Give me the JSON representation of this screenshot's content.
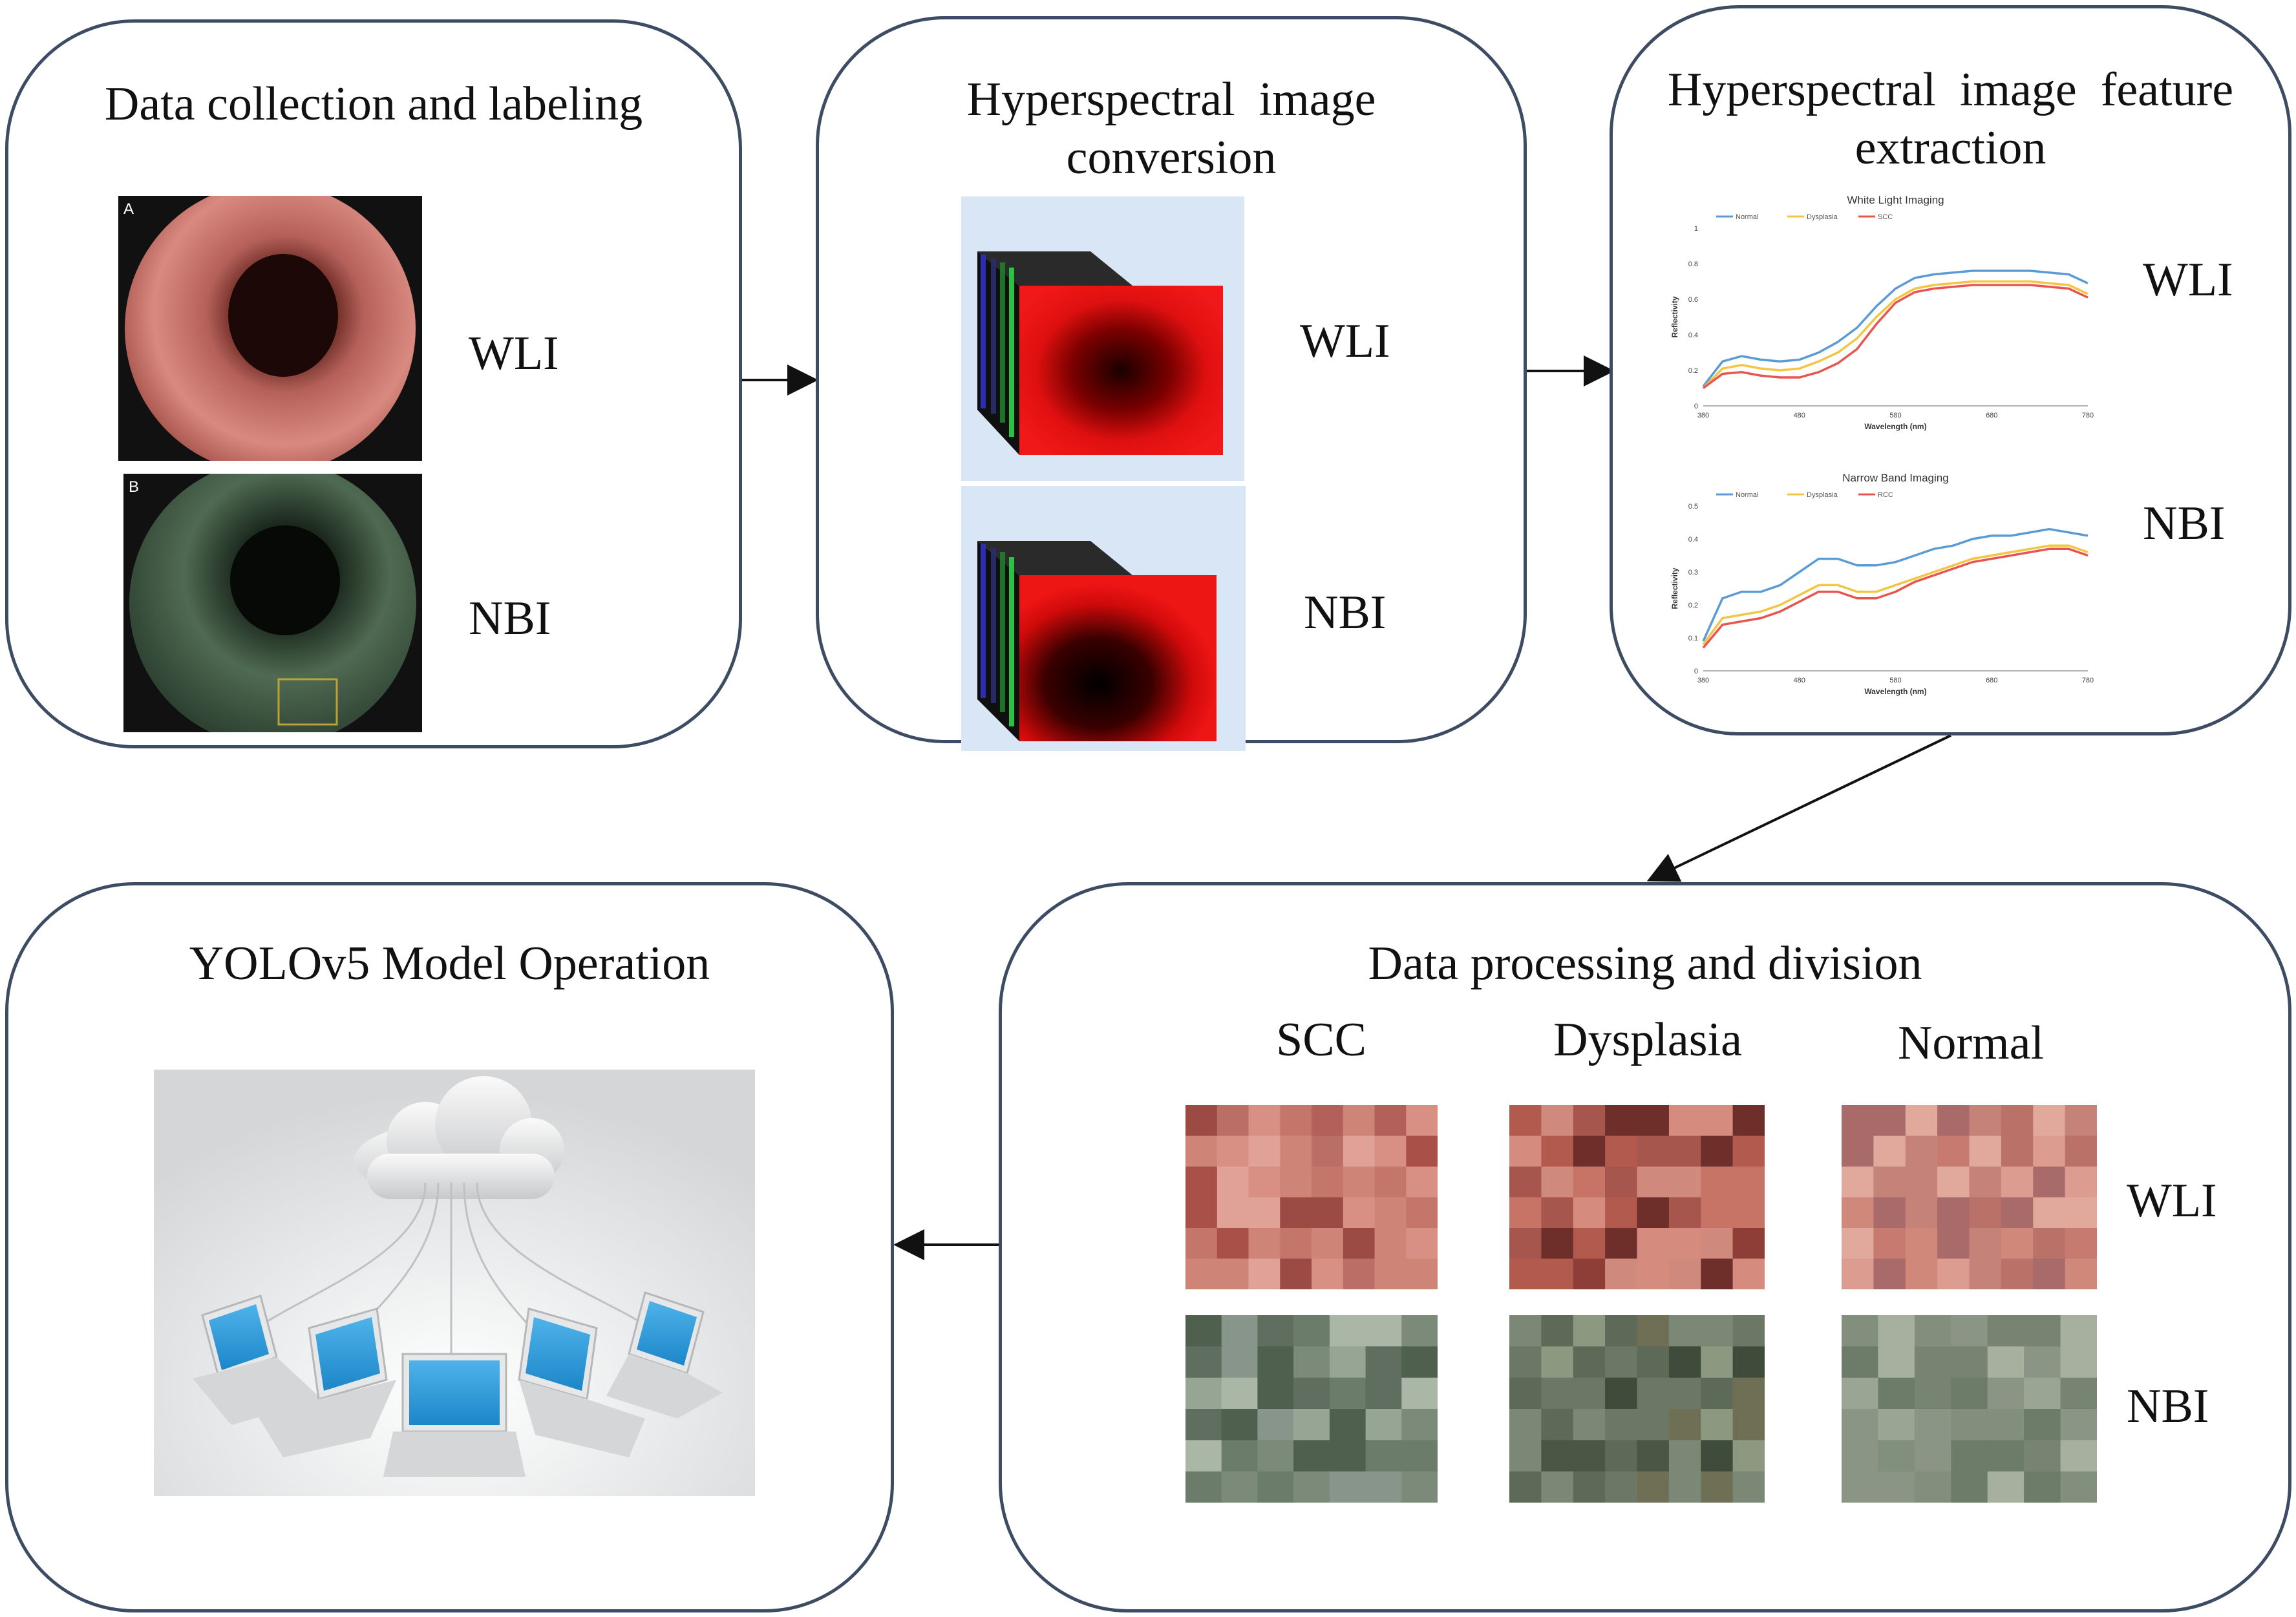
{
  "panels": {
    "collection": {
      "title": "Data collection and labeling",
      "wli": "WLI",
      "nbi": "NBI",
      "tag_a": "A",
      "tag_b": "B"
    },
    "conversion": {
      "title_line1": "Hyperspectral  image",
      "title_line2": "conversion",
      "wli": "WLI",
      "nbi": "NBI"
    },
    "feature": {
      "title_line1": "Hyperspectral  image  feature",
      "title_line2": "extraction",
      "wli": "WLI",
      "nbi": "NBI"
    },
    "processing": {
      "title": "Data processing and division",
      "categories": [
        "SCC",
        "Dysplasia",
        "Normal"
      ],
      "wli": "WLI",
      "nbi": "NBI"
    },
    "model": {
      "title": "YOLOv5 Model Operation"
    }
  },
  "chart_data": [
    {
      "type": "line",
      "title": "White Light Imaging",
      "xlabel": "Wavelength (nm)",
      "ylabel": "Reflectivity",
      "x": [
        380,
        400,
        420,
        440,
        460,
        480,
        500,
        520,
        540,
        560,
        580,
        600,
        620,
        640,
        660,
        680,
        700,
        720,
        740,
        760,
        780
      ],
      "xticks": [
        380,
        480,
        580,
        680,
        780
      ],
      "yticks": [
        0,
        0.2,
        0.4,
        0.6,
        0.8,
        1
      ],
      "ytick_labels": [
        "0",
        "0.2",
        "0.4",
        "0.6",
        "0.8",
        "1"
      ],
      "ylim": [
        0,
        1
      ],
      "legend_position": "top-left",
      "series": [
        {
          "name": "Normal",
          "color": "#5b9bd5",
          "values": [
            0.11,
            0.25,
            0.28,
            0.26,
            0.25,
            0.26,
            0.3,
            0.36,
            0.44,
            0.56,
            0.66,
            0.72,
            0.74,
            0.75,
            0.76,
            0.76,
            0.76,
            0.76,
            0.75,
            0.74,
            0.69
          ]
        },
        {
          "name": "Dysplasia",
          "color": "#f4c542",
          "values": [
            0.1,
            0.21,
            0.23,
            0.21,
            0.2,
            0.21,
            0.25,
            0.3,
            0.38,
            0.5,
            0.6,
            0.66,
            0.68,
            0.69,
            0.7,
            0.7,
            0.7,
            0.7,
            0.69,
            0.68,
            0.63
          ]
        },
        {
          "name": "SCC",
          "color": "#e8554e",
          "values": [
            0.1,
            0.18,
            0.19,
            0.17,
            0.16,
            0.16,
            0.19,
            0.24,
            0.32,
            0.46,
            0.58,
            0.64,
            0.66,
            0.67,
            0.68,
            0.68,
            0.68,
            0.68,
            0.67,
            0.66,
            0.61
          ]
        }
      ]
    },
    {
      "type": "line",
      "title": "Narrow Band Imaging",
      "xlabel": "Wavelength (nm)",
      "ylabel": "Reflectivity",
      "x": [
        380,
        400,
        420,
        440,
        460,
        480,
        500,
        520,
        540,
        560,
        580,
        600,
        620,
        640,
        660,
        680,
        700,
        720,
        740,
        760,
        780
      ],
      "xticks": [
        380,
        480,
        580,
        680,
        780
      ],
      "yticks": [
        0,
        0.1,
        0.2,
        0.3,
        0.4,
        0.5
      ],
      "ytick_labels": [
        "0",
        "0.1",
        "0.2",
        "0.3",
        "0.4",
        "0.5"
      ],
      "ylim": [
        0,
        0.5
      ],
      "legend_position": "top-left",
      "series": [
        {
          "name": "Normal",
          "color": "#5b9bd5",
          "values": [
            0.09,
            0.22,
            0.24,
            0.24,
            0.26,
            0.3,
            0.34,
            0.34,
            0.32,
            0.32,
            0.33,
            0.35,
            0.37,
            0.38,
            0.4,
            0.41,
            0.41,
            0.42,
            0.43,
            0.42,
            0.41
          ]
        },
        {
          "name": "Dysplasia",
          "color": "#f4c542",
          "values": [
            0.08,
            0.16,
            0.17,
            0.18,
            0.2,
            0.23,
            0.26,
            0.26,
            0.24,
            0.24,
            0.26,
            0.28,
            0.3,
            0.32,
            0.34,
            0.35,
            0.36,
            0.37,
            0.38,
            0.38,
            0.36
          ]
        },
        {
          "name": "RCC",
          "color": "#e8554e",
          "values": [
            0.07,
            0.14,
            0.15,
            0.16,
            0.18,
            0.21,
            0.24,
            0.24,
            0.22,
            0.22,
            0.24,
            0.27,
            0.29,
            0.31,
            0.33,
            0.34,
            0.35,
            0.36,
            0.37,
            0.37,
            0.35
          ]
        }
      ]
    }
  ]
}
